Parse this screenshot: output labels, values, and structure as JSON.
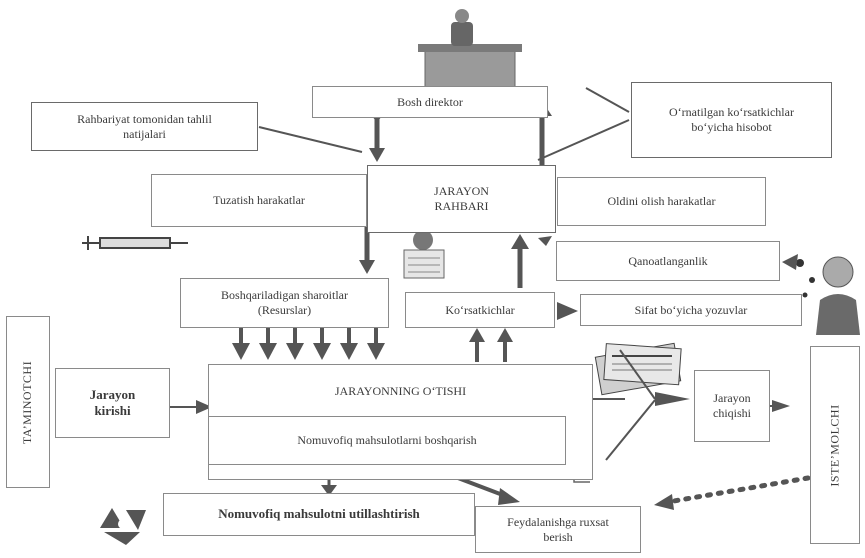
{
  "labels": {
    "bosh_direktor": "Bosh direktor",
    "rahbariyat": "Rahbariyat tomonidan tahlil\nnatijalari",
    "hisobot": "O‘rnatilgan ko‘rsatkichlar\nbo‘yicha hisobot",
    "tuzatish": "Tuzatish harakatlar",
    "jarayon_rahbari": "JARAYON\nRAHBARI",
    "oldini_olish": "Oldini olish harakatlar",
    "qanoatlanganlik": "Qanoatlanganlik",
    "boshqariladigan": "Boshqariladigan sharoitlar\n(Resurslar)",
    "korsatkichlar": "Ko‘rsatkichlar",
    "sifat": "Sifat bo‘yicha yozuvlar",
    "taminotchi": "TA’MINOTCHI",
    "jarayon_kirishi": "Jarayon\nkirishi",
    "jarayonning_otishi": "JARAYONNING O‘TISHI",
    "nomuvofiq_boshqarish": "Nomuvofiq mahsulotlarni boshqarish",
    "jarayon_chiqishi": "Jarayon\nchiqishi",
    "istemolchi": "ISTE’MOLCHI",
    "utillashtirish": "Nomuvofiq mahsulotni utillashtirish",
    "feydalanishga": "Feydalanishga ruxsat\nberish"
  },
  "colors": {
    "arrow": "#555555",
    "dotted": "#555555",
    "box_border": "#8a8a8a"
  },
  "icons": [
    "director-at-desk-icon",
    "syringe-icon",
    "manager-reading-icon",
    "customer-thinking-icon",
    "newspaper-icon",
    "recycle-icon"
  ]
}
